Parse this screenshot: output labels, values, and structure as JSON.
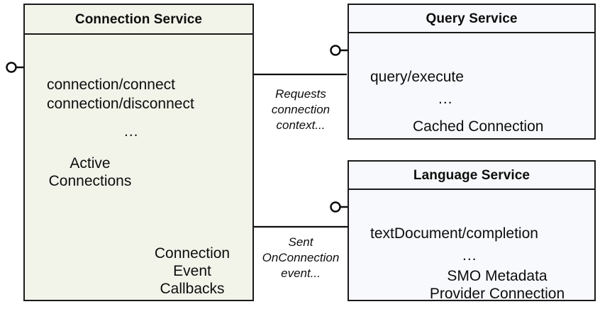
{
  "diagram": {
    "title": "Connection Service interaction diagram",
    "colors": {
      "connection_service_fill": "#f2f4ea",
      "service_fill": "#f8f9fc",
      "stroke": "#1a1a1a",
      "icon_stroke": "#595959"
    }
  },
  "connection_service": {
    "title": "Connection Service",
    "operations": "connection/connect\nconnection/disconnect",
    "operations_lines": [
      "connection/connect",
      "connection/disconnect"
    ],
    "ellipsis": "...",
    "active_connections_label": "Active\nConnections",
    "active_connections_lines": [
      "Active",
      "Connections"
    ],
    "callbacks_label": "Connection\nEvent\nCallbacks",
    "callbacks_lines": [
      "Connection",
      "Event",
      "Callbacks"
    ],
    "icons": {
      "database_cluster": "database-cluster-icon",
      "table_grid": "table-grid-icon"
    },
    "table_grid": {
      "rows": 5,
      "columns": 2
    },
    "provided_interface": "lollipop-interface"
  },
  "query_service": {
    "title": "Query Service",
    "operation": "query/execute",
    "ellipsis": "...",
    "resource_label": "Cached Connection",
    "resource_icon": "database-icon",
    "provided_interface": "lollipop-interface"
  },
  "language_service": {
    "title": "Language Service",
    "operation": "textDocument/completion",
    "ellipsis": "...",
    "resource_label": "SMO Metadata\nProvider Connection",
    "resource_lines": [
      "SMO Metadata",
      "Provider Connection"
    ],
    "resource_icon": "database-icon",
    "provided_interface": "lollipop-interface"
  },
  "edges": [
    {
      "id": "requests-connection-context",
      "from": "query_service",
      "to": "connection_service",
      "label": "Requests\nconnection\ncontext...",
      "label_lines": [
        "Requests",
        "connection",
        "context..."
      ],
      "direction": "right-to-left"
    },
    {
      "id": "sent-onconnection-event",
      "from": "connection_service",
      "to": "language_service",
      "label": "Sent\nOnConnection\nevent...",
      "label_lines": [
        "Sent",
        "OnConnection",
        "event..."
      ],
      "direction": "left-to-right"
    }
  ]
}
